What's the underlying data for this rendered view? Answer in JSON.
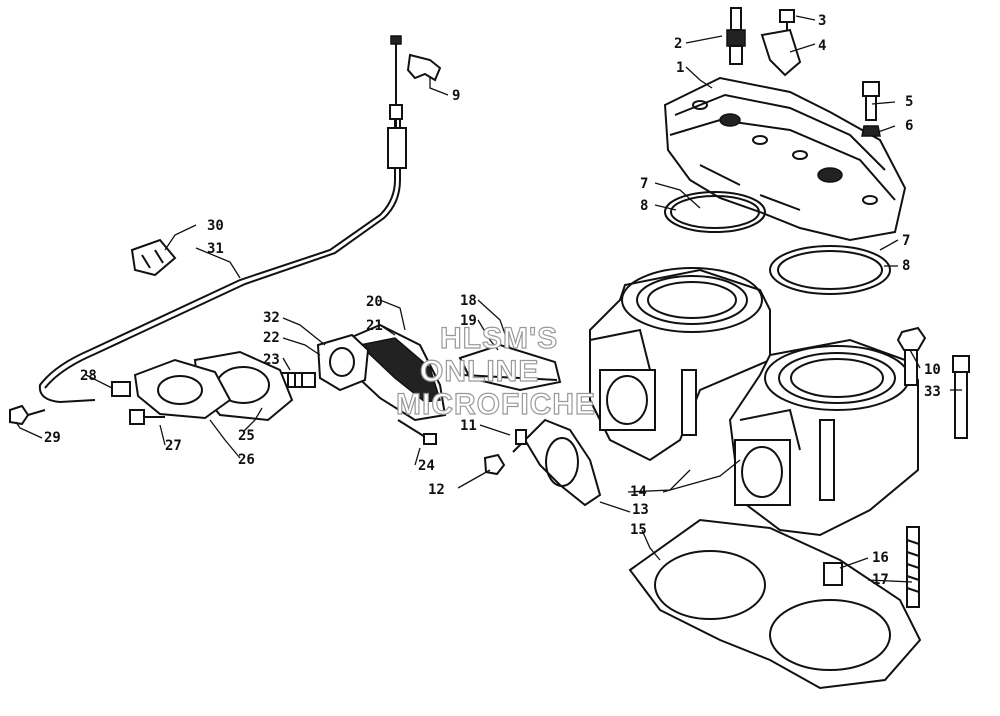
{
  "watermark": {
    "line1": "HLSM'S",
    "line2": "ONLINE",
    "line3": "MICROFICHE"
  },
  "callouts": [
    "1",
    "2",
    "3",
    "4",
    "5",
    "6",
    "7",
    "8",
    "9",
    "10",
    "11",
    "12",
    "13",
    "14",
    "15",
    "16",
    "17",
    "18",
    "19",
    "20",
    "21",
    "22",
    "23",
    "24",
    "25",
    "26",
    "27",
    "28",
    "29",
    "30",
    "31",
    "32",
    "33"
  ],
  "colors": {
    "ink": "#111111",
    "paper": "#ffffff",
    "watermark_outline": "#999999"
  }
}
